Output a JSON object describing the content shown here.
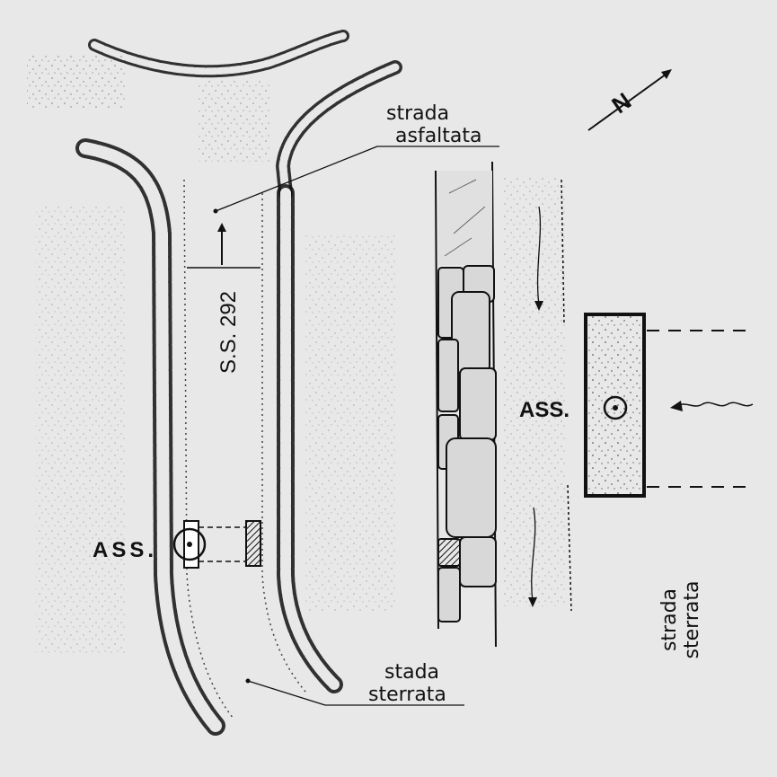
{
  "labels": {
    "paved_road": [
      "strada",
      "asfaltata"
    ],
    "road_number": "S.S. 292",
    "dirt_road_left": [
      "stada",
      "sterrata"
    ],
    "dirt_road_right": [
      "strada",
      "sterrata"
    ],
    "ass_plan": "ASS.",
    "ass_detail": "ASS."
  },
  "north_marker": "N",
  "colors": {
    "ink": "#111111",
    "paper": "#e8e8e8",
    "fill_stone": "#d8d8d8"
  }
}
